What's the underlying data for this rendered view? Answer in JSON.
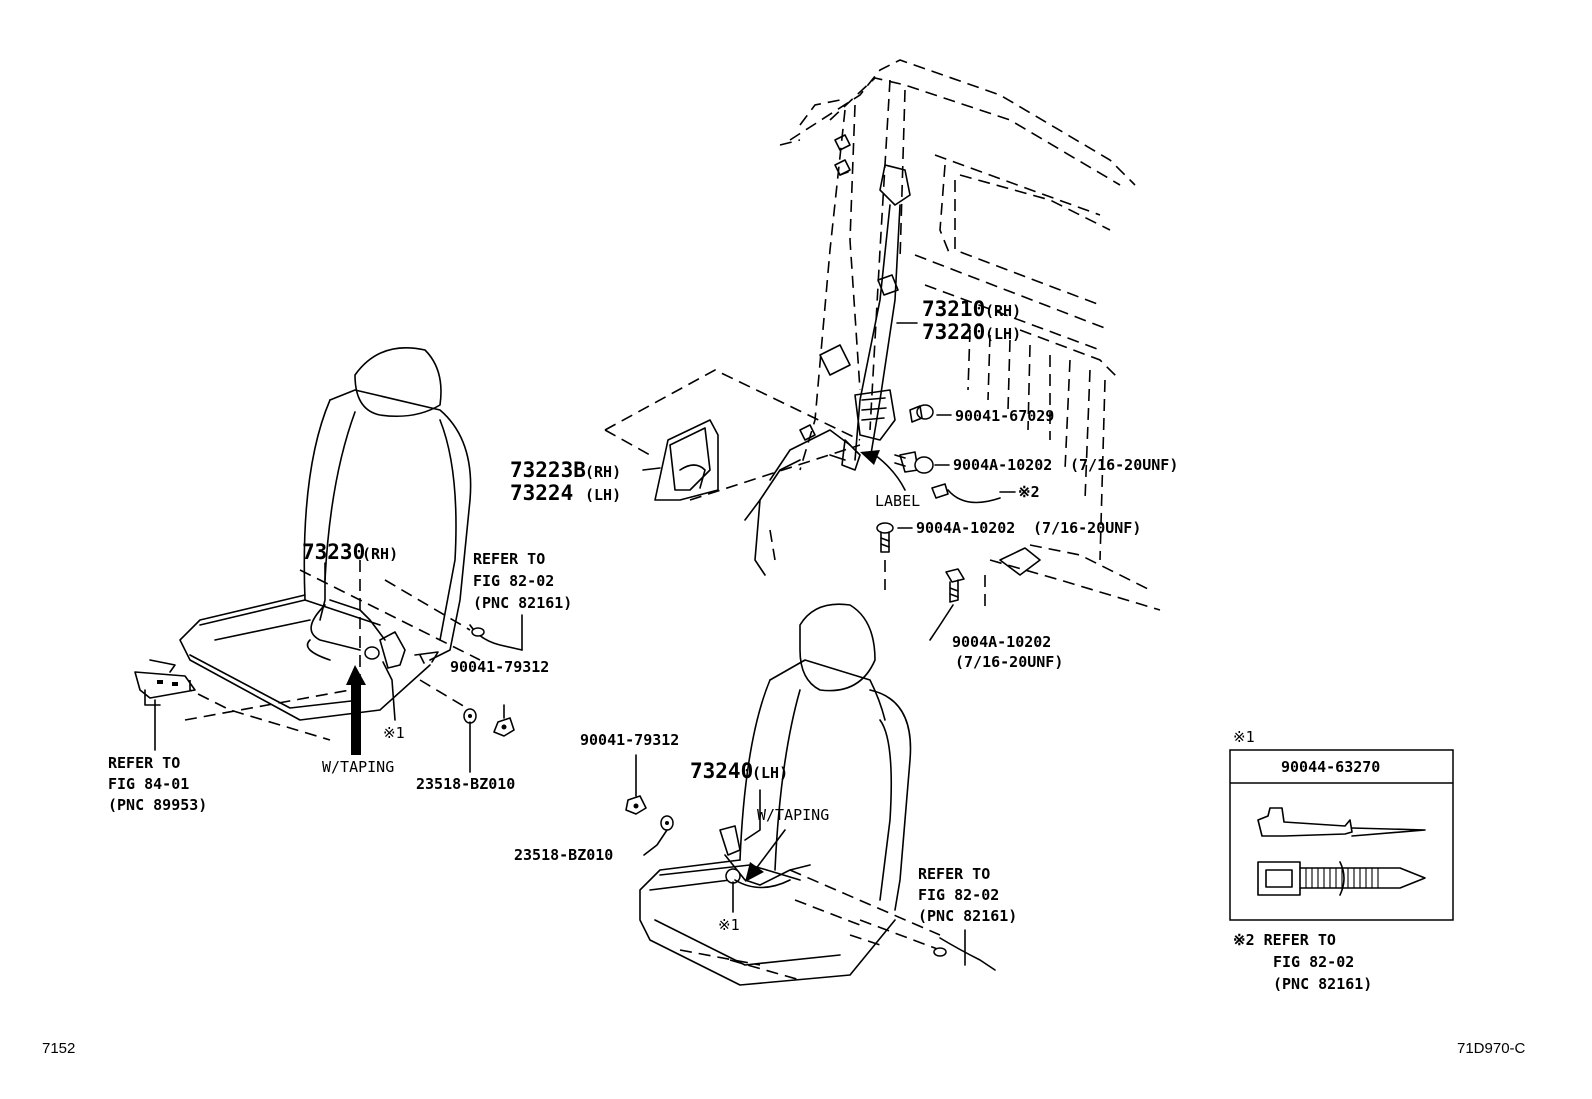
{
  "labels": {
    "p73210_rh": "73210",
    "p73210_rh_suffix": "(RH)",
    "p73220_lh": "73220",
    "p73220_lh_suffix": "(LH)",
    "p90041_67029": "90041-67029",
    "p9004a_a": "9004A-10202",
    "p9004a_a_suffix": "(7/16-20UNF)",
    "label_text": "LABEL",
    "note2_mark": "※2",
    "p9004a_b": "9004A-10202",
    "p9004a_b_suffix": "(7/16-20UNF)",
    "p9004a_c": "9004A-10202",
    "p9004a_c_suffix": "(7/16-20UNF)",
    "p73223b": "73223B",
    "p73223b_suffix": "(RH)",
    "p73224": "73224",
    "p73224_suffix": "(LH)",
    "p73230": "73230",
    "p73230_suffix": "(RH)",
    "refer_a_1": "REFER TO",
    "refer_a_2": "FIG 82-02",
    "refer_a_3": "(PNC 82161)",
    "p90041_79312_a": "90041-79312",
    "note1_mark_a": "※1",
    "w_taping_a": "W/TAPING",
    "p23518_a": "23518-BZ010",
    "refer_b_1": "REFER TO",
    "refer_b_2": "FIG 84-01",
    "refer_b_3": "(PNC 89953)",
    "p90041_79312_b": "90041-79312",
    "p73240": "73240",
    "p73240_suffix": "(LH)",
    "w_taping_b": "W/TAPING",
    "p23518_b": "23518-BZ010",
    "note1_mark_b": "※1",
    "refer_c_1": "REFER TO",
    "refer_c_2": "FIG 82-02",
    "refer_c_3": "(PNC 82161)",
    "legend_mark": "※1",
    "legend_part": "90044-63270",
    "note2_1": "※2 REFER TO",
    "note2_2": "FIG 82-02",
    "note2_3": "(PNC 82161)",
    "corner_left": "7152",
    "corner_right": "71D970-C"
  }
}
